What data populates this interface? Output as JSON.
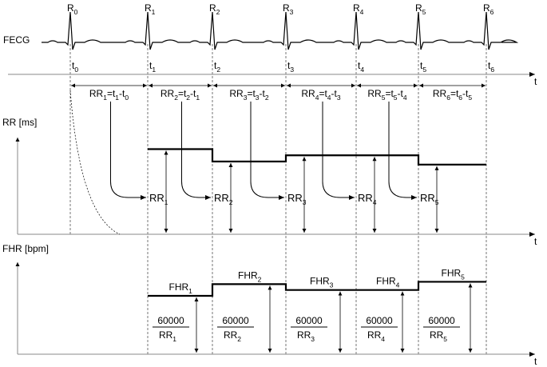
{
  "ecg": {
    "label": "FECG",
    "r_waves": [
      {
        "base": "R",
        "sub": "0"
      },
      {
        "base": "R",
        "sub": "1"
      },
      {
        "base": "R",
        "sub": "2"
      },
      {
        "base": "R",
        "sub": "3"
      },
      {
        "base": "R",
        "sub": "4"
      },
      {
        "base": "R",
        "sub": "5"
      },
      {
        "base": "R",
        "sub": "6"
      }
    ],
    "times": [
      {
        "base": "t",
        "sub": "0"
      },
      {
        "base": "t",
        "sub": "1"
      },
      {
        "base": "t",
        "sub": "2"
      },
      {
        "base": "t",
        "sub": "3"
      },
      {
        "base": "t",
        "sub": "4"
      },
      {
        "base": "t",
        "sub": "5"
      },
      {
        "base": "t",
        "sub": "6"
      }
    ],
    "axis_label": "t"
  },
  "intervals": [
    {
      "rr": "1",
      "a": "1",
      "b": "0"
    },
    {
      "rr": "2",
      "a": "2",
      "b": "1"
    },
    {
      "rr": "3",
      "a": "3",
      "b": "2"
    },
    {
      "rr": "4",
      "a": "4",
      "b": "3"
    },
    {
      "rr": "5",
      "a": "5",
      "b": "4"
    },
    {
      "rr": "6",
      "a": "6",
      "b": "5"
    }
  ],
  "rr_panel": {
    "ylabel": "RR [ms]",
    "xlabel": "t",
    "labels": [
      {
        "base": "RR",
        "sub": "1"
      },
      {
        "base": "RR",
        "sub": "2"
      },
      {
        "base": "RR",
        "sub": "3"
      },
      {
        "base": "RR",
        "sub": "4"
      },
      {
        "base": "RR",
        "sub": "5"
      }
    ]
  },
  "fhr_panel": {
    "ylabel": "FHR [bpm]",
    "xlabel": "t",
    "labels": [
      {
        "base": "FHR",
        "sub": "1"
      },
      {
        "base": "FHR",
        "sub": "2"
      },
      {
        "base": "FHR",
        "sub": "3"
      },
      {
        "base": "FHR",
        "sub": "4"
      },
      {
        "base": "FHR",
        "sub": "5"
      }
    ],
    "numerator": "60000",
    "denominators": [
      {
        "base": "RR",
        "sub": "1"
      },
      {
        "base": "RR",
        "sub": "2"
      },
      {
        "base": "RR",
        "sub": "3"
      },
      {
        "base": "RR",
        "sub": "4"
      },
      {
        "base": "RR",
        "sub": "5"
      }
    ]
  },
  "chart_data": {
    "type": "step",
    "rr_steps": [
      {
        "interval": "RR1",
        "relative_level": 0.55
      },
      {
        "interval": "RR2",
        "relative_level": 0.47
      },
      {
        "interval": "RR3",
        "relative_level": 0.51
      },
      {
        "interval": "RR4",
        "relative_level": 0.51
      },
      {
        "interval": "RR5",
        "relative_level": 0.45
      }
    ],
    "fhr_steps": [
      {
        "interval": "FHR1",
        "relative_level": 0.5
      },
      {
        "interval": "FHR2",
        "relative_level": 0.6
      },
      {
        "interval": "FHR3",
        "relative_level": 0.55
      },
      {
        "interval": "FHR4",
        "relative_level": 0.55
      },
      {
        "interval": "FHR5",
        "relative_level": 0.62
      }
    ]
  }
}
